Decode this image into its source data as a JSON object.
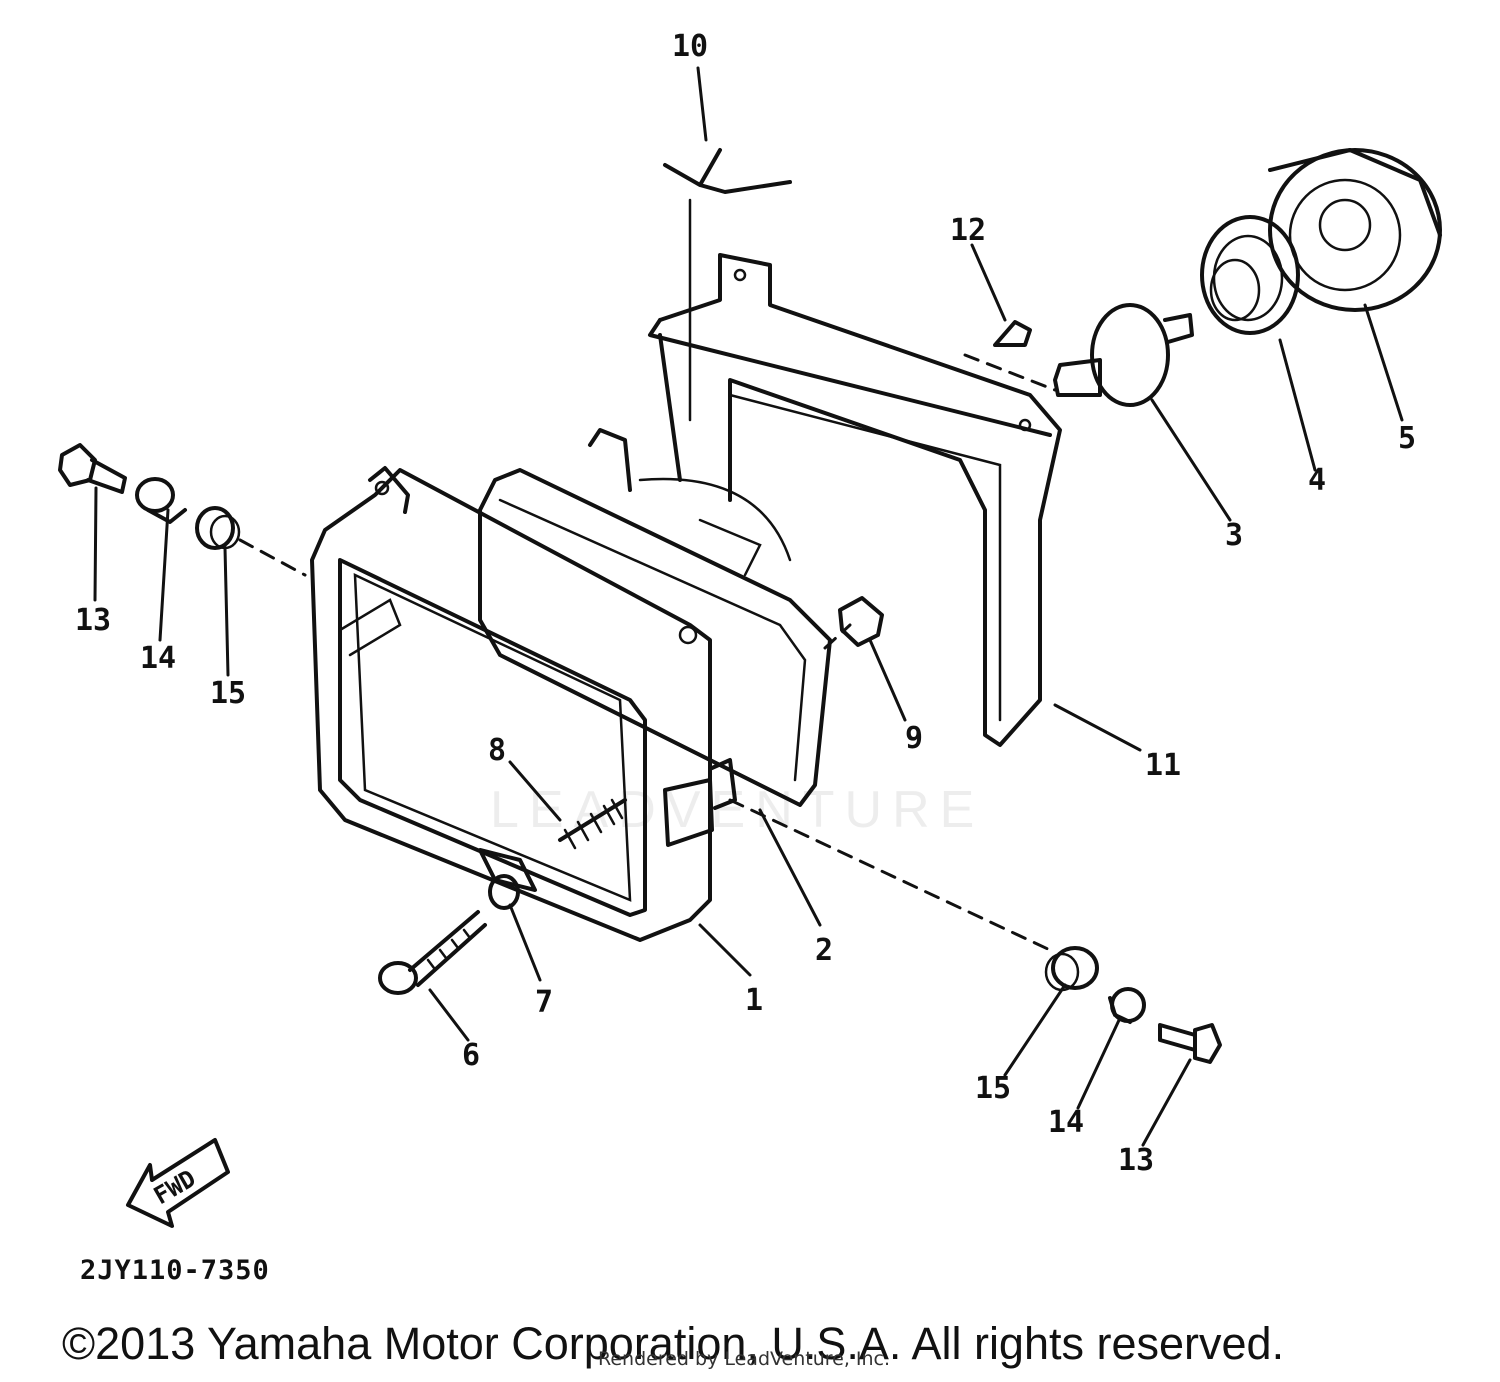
{
  "diagram": {
    "callouts": [
      {
        "id": "c1",
        "label": "1"
      },
      {
        "id": "c2",
        "label": "2"
      },
      {
        "id": "c3",
        "label": "3"
      },
      {
        "id": "c4",
        "label": "4"
      },
      {
        "id": "c5",
        "label": "5"
      },
      {
        "id": "c6",
        "label": "6"
      },
      {
        "id": "c7",
        "label": "7"
      },
      {
        "id": "c8",
        "label": "8"
      },
      {
        "id": "c9",
        "label": "9"
      },
      {
        "id": "c10",
        "label": "10"
      },
      {
        "id": "c11",
        "label": "11"
      },
      {
        "id": "c12",
        "label": "12"
      },
      {
        "id": "c13a",
        "label": "13"
      },
      {
        "id": "c14a",
        "label": "14"
      },
      {
        "id": "c15a",
        "label": "15"
      },
      {
        "id": "c13b",
        "label": "13"
      },
      {
        "id": "c14b",
        "label": "14"
      },
      {
        "id": "c15b",
        "label": "15"
      }
    ],
    "fwd_label": "FWD",
    "part_code": "2JY110-7350",
    "copyright": "©2013 Yamaha Motor Corporation, U.S.A. All rights reserved.",
    "rendered_by": "Rendered by LeadVenture, Inc.",
    "watermark": "LEADVENTURE"
  }
}
